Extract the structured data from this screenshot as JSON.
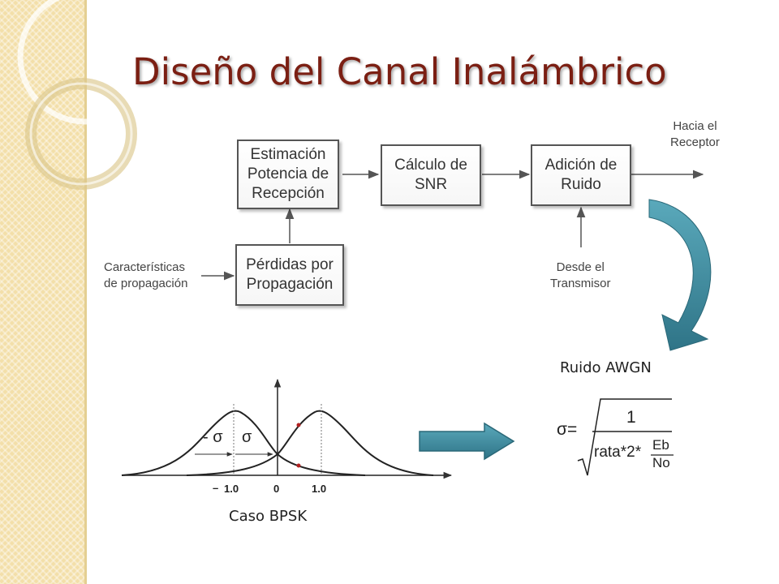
{
  "slide": {
    "title": "Diseño del Canal Inalámbrico"
  },
  "colors": {
    "title": "#7b1f13",
    "sidebar": "#f3dfa9",
    "arrow_teal": "#3f8ea0"
  },
  "diagram": {
    "blocks": {
      "estimacion": "Estimación\nPotencia de\nRecepción",
      "snr": "Cálculo de\nSNR",
      "adicion": "Adición de\nRuido",
      "perdidas": "Pérdidas por\nPropagación"
    },
    "inputs": {
      "caracteristicas": "Características\nde propagación",
      "desde_transmisor": "Desde el\nTransmisor"
    },
    "outputs": {
      "hacia_receptor": "Hacia el\nReceptor"
    }
  },
  "noise_label": "Ruido AWGN",
  "formula": {
    "sigma_eq": "σ=",
    "numerator": "1",
    "denominator_prefix": "rata*2*",
    "frac_top": "Eb",
    "frac_bottom": "No"
  },
  "bpsk": {
    "caption": "Caso BPSK",
    "ticks": {
      "neg": "1.0",
      "minus_sign": "–",
      "zero": "0",
      "pos": "1.0"
    },
    "sigma_left": "- σ",
    "sigma_right": "σ"
  },
  "icons": {
    "curved_arrow": "curved-arrow-icon",
    "block_arrow": "right-arrow-icon"
  }
}
